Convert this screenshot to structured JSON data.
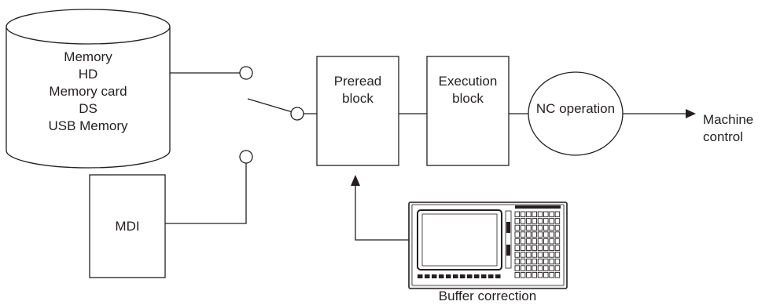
{
  "sources": {
    "storage_lines": [
      "Memory",
      "HD",
      "Memory card",
      "DS",
      "USB Memory"
    ],
    "mdi_label": "MDI"
  },
  "blocks": {
    "preread_lines": [
      "Preread",
      "block"
    ],
    "execution_lines": [
      "Execution",
      "block"
    ],
    "nc_operation": "NC operation"
  },
  "output": {
    "lines": [
      "Machine",
      "control"
    ]
  },
  "panel": {
    "caption": "Buffer correction"
  },
  "colors": {
    "stroke": "#231f20",
    "background": "#ffffff"
  }
}
